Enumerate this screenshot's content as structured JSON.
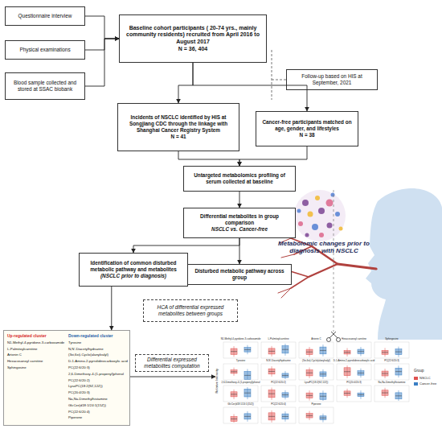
{
  "diagram": {
    "nodes": [
      {
        "text": [
          "Questionnaire interview"
        ]
      },
      {
        "text": [
          "Physical examinations"
        ]
      },
      {
        "text": [
          "Blood sample collected and stored at SSAC biobank"
        ]
      },
      {
        "text": [
          "Baseline cohort participants ( 20-74 yrs., mainly community residents) recruited from April 2016 to August 2017",
          "N = 36, 404"
        ]
      },
      {
        "text": [
          "Follow-up based on HIS at September, 2021"
        ]
      },
      {
        "text": [
          "Incidents of NSCLC identified by HIS at Songjiang CDC through the linkage with Shanghai Cancer Registry System",
          "N = 41"
        ]
      },
      {
        "text": [
          "Cancer-free participants matched on age, gender, and lifestyles",
          "N = 38"
        ]
      },
      {
        "text": [
          "Untargeted metabolomics profiling of serum collected at baseline"
        ]
      },
      {
        "text": [
          "Differential metabolites in group comparison",
          "NSCLC vs. Cancer-free"
        ]
      },
      {
        "text": [
          "Identification of common disturbed metabolic pathway and metabolites",
          "(NSCLC prior to diagnosis)"
        ]
      },
      {
        "text": [
          "Disturbed metabolic pathway across group"
        ]
      },
      {
        "text": [
          "HCA of differential expressed metabolites between groups"
        ]
      },
      {
        "text": [
          "Up-regulated cluster",
          "N1-Methyl-4-pyridone-3-carboxamide",
          "L-Palmitoylcarnitine",
          "Artonin C",
          "Hexacosanoyl carnitine",
          "Sphingosine",
          "Down-regulated cluster",
          "Tyrosine",
          "N,N'-Diacetylhydrazine",
          "(3xi,6xi)-Cyclo(alanylvalyl)",
          "D-1-Amino-2-pyrrolidinecarboxylic acid",
          "PC(22:6/20:3)",
          "2,6-Dimethoxy-4-(1-propenyl)phenol",
          "PC(22:6/20:2)",
          "LysoPC(18:2(9Z,12Z))",
          "PC(20:4/20:3)",
          "Na,Na-Dimethylhistamine",
          "GlcCer(d18:1/24:1(15Z))",
          "PC(22:6/20:4)",
          "Piperone"
        ]
      },
      {
        "text": [
          "Differential expressed metabolites computation"
        ]
      }
    ],
    "edges": [
      {
        "from": 0,
        "to": 3,
        "arrow": "to"
      },
      {
        "from": 1,
        "to": 3,
        "arrow": "to"
      },
      {
        "from": 2,
        "to": 3,
        "arrow": "to"
      },
      {
        "from": 3,
        "to": 5,
        "arrow": "to"
      },
      {
        "from": 3,
        "to": 6,
        "arrow": "to"
      },
      {
        "from": 5,
        "to": 7,
        "arrow": "to"
      },
      {
        "from": 6,
        "to": 7,
        "arrow": "to"
      },
      {
        "from": 7,
        "to": 8,
        "arrow": "to"
      },
      {
        "from": 8,
        "to": 9,
        "arrow": "to"
      },
      {
        "from": 8,
        "to": 10,
        "arrow": "to"
      },
      {
        "from": 9,
        "to": 12,
        "arrow": "to"
      }
    ],
    "labels": [
      "Metabolomic changes prior to diagnosis with NSCLC",
      "Relative Intensity",
      "N1-Methyl-4-pyridone-3-carboxamide",
      "L-Palmitoylcarnitine",
      "Artonin C",
      "Hexacosanoyl carnitine",
      "Sphingosine",
      "Tyrosine",
      "N,N'-Diacetylhydrazine",
      "(3xi,6xi)-Cyclo(alanylvalyl)",
      "D-1-Amino-2-pyrrolidinecarboxylic acid",
      "PC(22:6/20:3)",
      "2,6-Dimethoxy-4-(1-propenyl)phenol",
      "PC(22:6/20:2)",
      "LysoPC(18:2(9Z,12Z))",
      "PC(20:4/20:3)",
      "Na,Na-Dimethylhistamine",
      "GlcCer(d18:1/24:1(15Z))",
      "PC(22:6/20:4)",
      "Piperone",
      "Group"
    ],
    "legend": [
      {
        "text": "NSCLC",
        "color": "#e0524f"
      },
      {
        "text": "Cancer-free",
        "color": "#3b7fc4"
      }
    ]
  }
}
